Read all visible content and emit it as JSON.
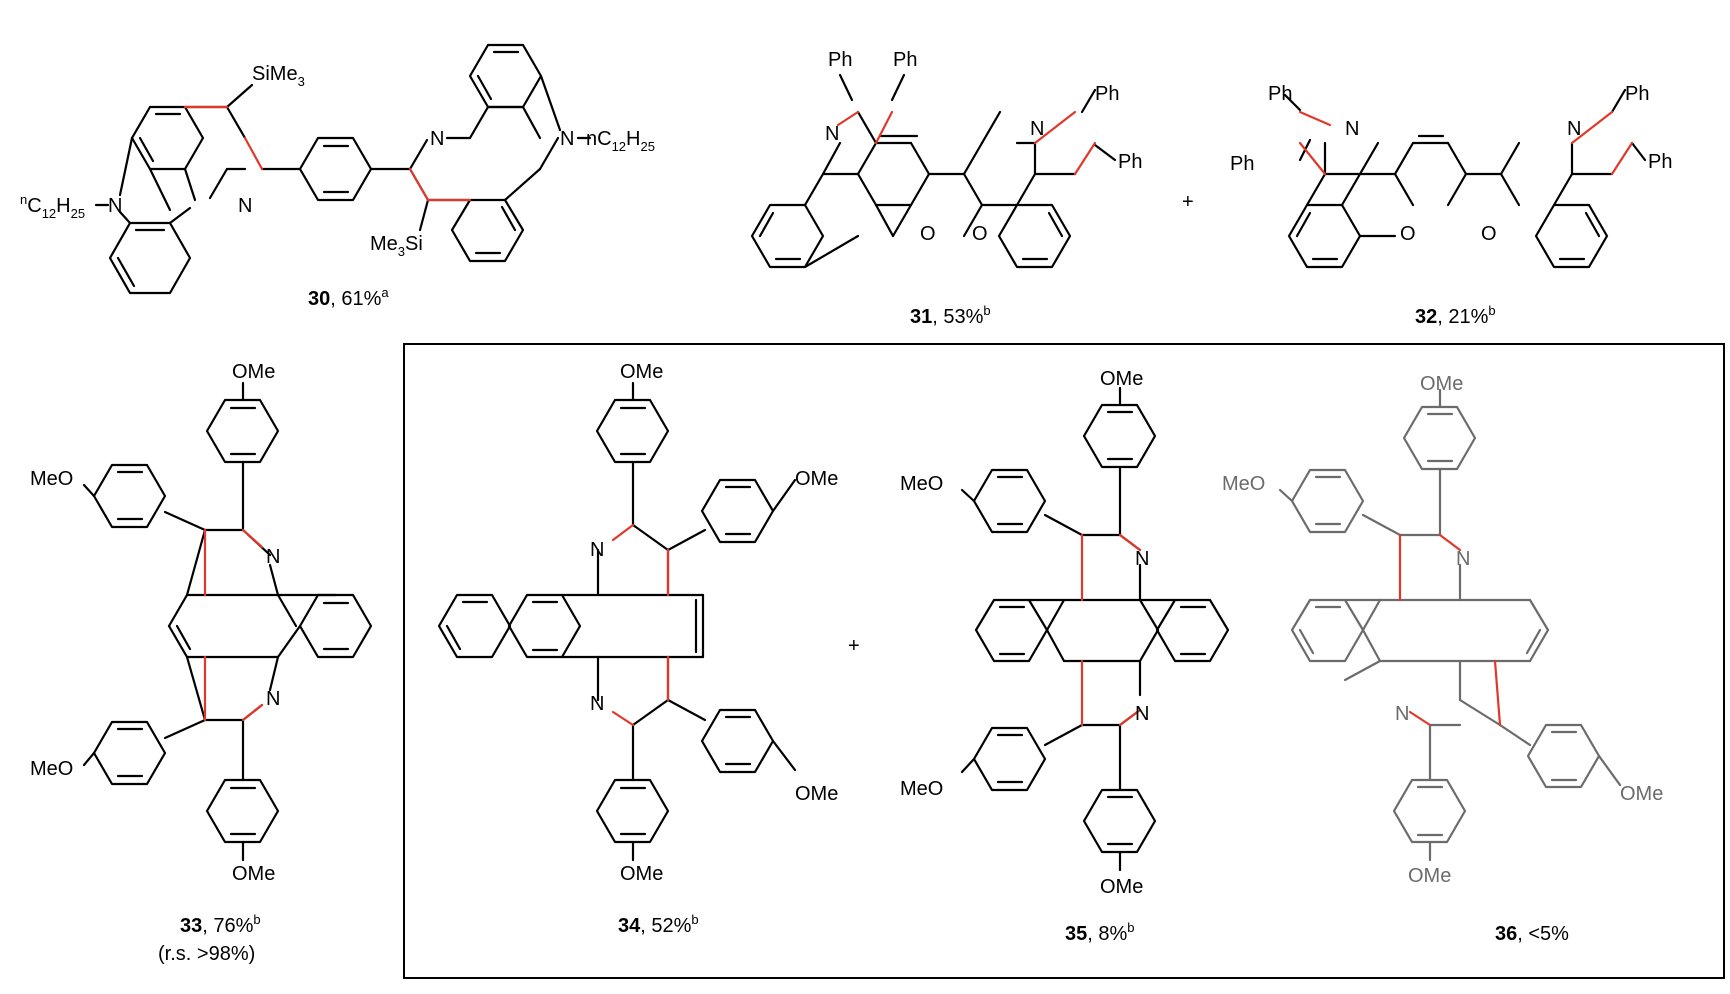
{
  "plus_sign": "+",
  "atoms": {
    "N": "N",
    "O": "O",
    "Ph": "Ph",
    "OMe": "OMe",
    "MeO": "MeO",
    "SiMe": "SiMe",
    "Me": "Me",
    "Si": "Si",
    "C": "C",
    "H": "H",
    "n": "n",
    "sub3": "3",
    "sub12": "12",
    "sub25": "25"
  },
  "compounds": [
    {
      "id": "30",
      "yield": ", 61%",
      "note": "a",
      "extra": ""
    },
    {
      "id": "31",
      "yield": ", 53%",
      "note": "b",
      "extra": ""
    },
    {
      "id": "32",
      "yield": ", 21%",
      "note": "b",
      "extra": ""
    },
    {
      "id": "33",
      "yield": ", 76%",
      "note": "b",
      "extra": "(r.s. >98%)"
    },
    {
      "id": "34",
      "yield": ", 52%",
      "note": "b",
      "extra": ""
    },
    {
      "id": "35",
      "yield": ", 8%",
      "note": "b",
      "extra": ""
    },
    {
      "id": "36",
      "yield": ", <5%",
      "note": "",
      "extra": ""
    }
  ],
  "colors": {
    "bond": "#000000",
    "new_bond": "#e0392b",
    "minor_product": "#6b6b6b"
  }
}
